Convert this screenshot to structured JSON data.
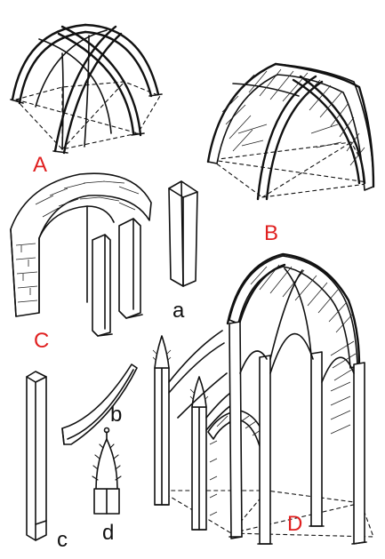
{
  "colors": {
    "ink": "#111111",
    "big_label": "#e02020",
    "small_label": "#111111",
    "background": "#ffffff"
  },
  "labels": {
    "A": "A",
    "B": "B",
    "C": "C",
    "D": "D",
    "a": "a",
    "b": "b",
    "c": "c",
    "d": "d"
  }
}
